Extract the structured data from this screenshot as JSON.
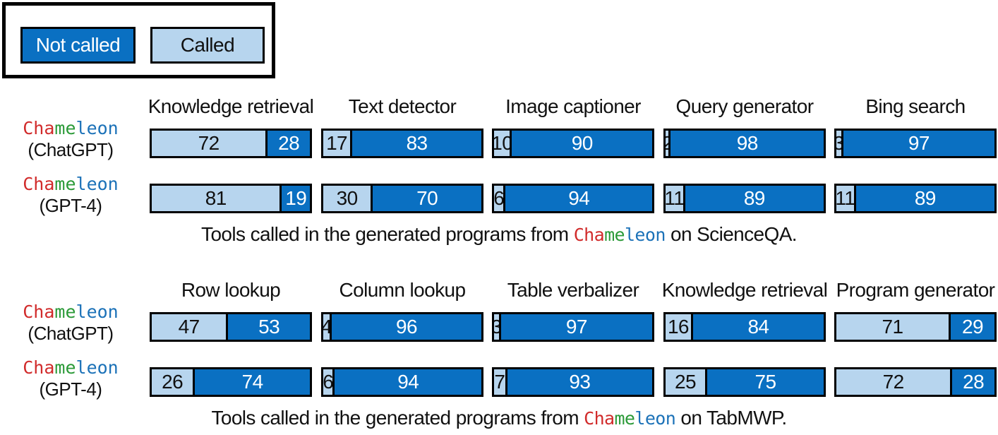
{
  "colors": {
    "not_called": "#0a70c2",
    "called": "#b7d5ee",
    "ch": "#d12b2b",
    "me": "#2b9a38",
    "leon": "#1c72b8"
  },
  "legend": {
    "not_called_label": "Not called",
    "called_label": "Called"
  },
  "model_name_parts": [
    "Cha",
    "me",
    "leon"
  ],
  "chart_data": [
    {
      "type": "bar",
      "stacked": true,
      "orientation": "horizontal",
      "caption_prefix": "Tools called in the generated programs from ",
      "caption_suffix": " on ScienceQA.",
      "categories": [
        "Knowledge retrieval",
        "Text detector",
        "Image captioner",
        "Query generator",
        "Bing search"
      ],
      "rows": [
        {
          "variant": "(ChatGPT)",
          "called": [
            72,
            17,
            10,
            2,
            3
          ],
          "not_called": [
            28,
            83,
            90,
            98,
            97
          ]
        },
        {
          "variant": "(GPT-4)",
          "called": [
            81,
            30,
            6,
            11,
            11
          ],
          "not_called": [
            19,
            70,
            94,
            89,
            89
          ]
        }
      ]
    },
    {
      "type": "bar",
      "stacked": true,
      "orientation": "horizontal",
      "caption_prefix": "Tools called in the generated programs from ",
      "caption_suffix": " on TabMWP.",
      "categories": [
        "Row lookup",
        "Column lookup",
        "Table verbalizer",
        "Knowledge retrieval",
        "Program generator"
      ],
      "rows": [
        {
          "variant": "(ChatGPT)",
          "called": [
            47,
            4,
            3,
            16,
            71
          ],
          "not_called": [
            53,
            96,
            97,
            84,
            29
          ]
        },
        {
          "variant": "(GPT-4)",
          "called": [
            26,
            6,
            7,
            25,
            72
          ],
          "not_called": [
            74,
            94,
            93,
            75,
            28
          ]
        }
      ]
    }
  ]
}
